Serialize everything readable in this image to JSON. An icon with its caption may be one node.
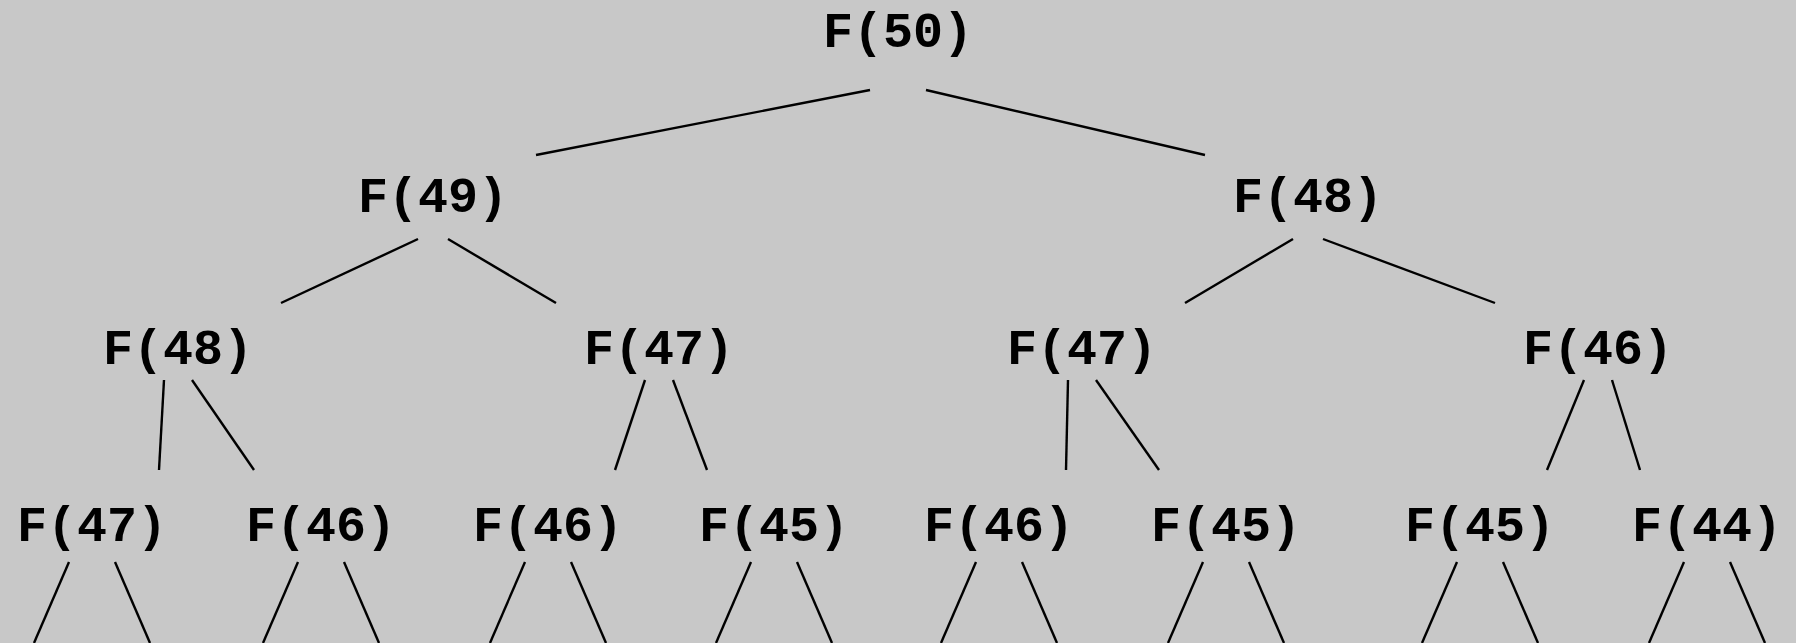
{
  "diagram": {
    "nodes": [
      {
        "text": [
          "F(50)"
        ]
      },
      {
        "text": [
          "F(49)"
        ]
      },
      {
        "text": [
          "F(48)"
        ]
      },
      {
        "text": [
          "F(48)"
        ]
      },
      {
        "text": [
          "F(47)"
        ]
      },
      {
        "text": [
          "F(47)"
        ]
      },
      {
        "text": [
          "F(46)"
        ]
      },
      {
        "text": [
          "F(47)"
        ]
      },
      {
        "text": [
          "F(46)"
        ]
      },
      {
        "text": [
          "F(46)"
        ]
      },
      {
        "text": [
          "F(45)"
        ]
      },
      {
        "text": [
          "F(46)"
        ]
      },
      {
        "text": [
          "F(45)"
        ]
      },
      {
        "text": [
          "F(45)"
        ]
      },
      {
        "text": [
          "F(44)"
        ]
      }
    ],
    "edges": [
      {
        "from": 0,
        "to": 1,
        "arrow": "none"
      },
      {
        "from": 0,
        "to": 2,
        "arrow": "none"
      },
      {
        "from": 1,
        "to": 3,
        "arrow": "none"
      },
      {
        "from": 1,
        "to": 4,
        "arrow": "none"
      },
      {
        "from": 2,
        "to": 5,
        "arrow": "none"
      },
      {
        "from": 2,
        "to": 6,
        "arrow": "none"
      },
      {
        "from": 3,
        "to": 7,
        "arrow": "none"
      },
      {
        "from": 3,
        "to": 8,
        "arrow": "none"
      },
      {
        "from": 4,
        "to": 9,
        "arrow": "none"
      },
      {
        "from": 4,
        "to": 10,
        "arrow": "none"
      },
      {
        "from": 5,
        "to": 11,
        "arrow": "none"
      },
      {
        "from": 5,
        "to": 12,
        "arrow": "none"
      },
      {
        "from": 6,
        "to": 13,
        "arrow": "none"
      },
      {
        "from": 6,
        "to": 14,
        "arrow": "none"
      },
      {
        "from": 7,
        "to": null,
        "arrow": "none"
      },
      {
        "from": 7,
        "to": null,
        "arrow": "none"
      },
      {
        "from": 8,
        "to": null,
        "arrow": "none"
      },
      {
        "from": 8,
        "to": null,
        "arrow": "none"
      },
      {
        "from": 9,
        "to": null,
        "arrow": "none"
      },
      {
        "from": 9,
        "to": null,
        "arrow": "none"
      },
      {
        "from": 10,
        "to": null,
        "arrow": "none"
      },
      {
        "from": 10,
        "to": null,
        "arrow": "none"
      },
      {
        "from": 11,
        "to": null,
        "arrow": "none"
      },
      {
        "from": 11,
        "to": null,
        "arrow": "none"
      },
      {
        "from": 12,
        "to": null,
        "arrow": "none"
      },
      {
        "from": 12,
        "to": null,
        "arrow": "none"
      },
      {
        "from": 13,
        "to": null,
        "arrow": "none"
      },
      {
        "from": 13,
        "to": null,
        "arrow": "none"
      },
      {
        "from": 14,
        "to": null,
        "arrow": "none"
      },
      {
        "from": 14,
        "to": null,
        "arrow": "none"
      }
    ]
  }
}
